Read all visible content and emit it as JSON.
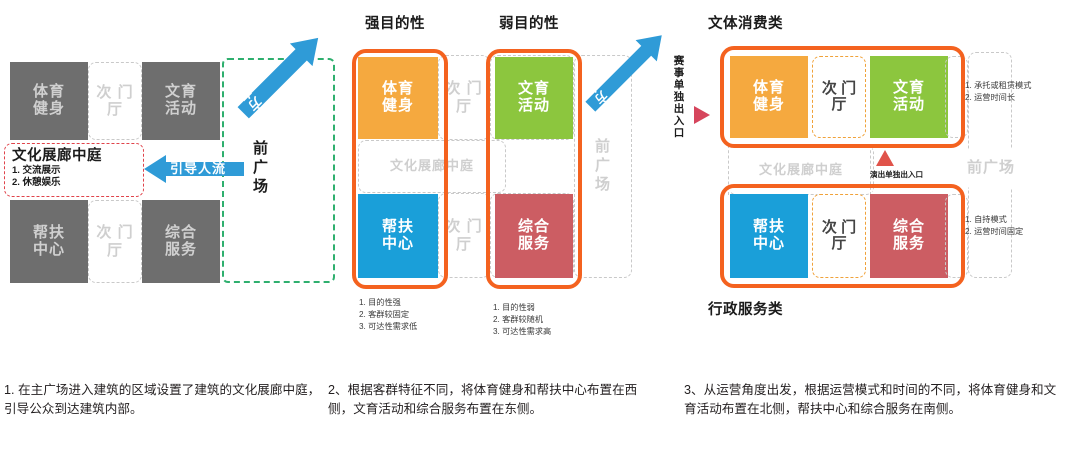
{
  "colors": {
    "orange_block": "#F5A93F",
    "green_block": "#8CC63E",
    "blue_block": "#1A9FD9",
    "red_block": "#CC5D63",
    "grey_block": "#6E6E6E",
    "ring_orange": "#F4621F",
    "flow_blue": "#2F9BD7",
    "dashed_green": "#2EAF6E",
    "dashed_red": "#E0434A",
    "dashed_orange": "#F0A23A",
    "triangle_red": "#D6455C"
  },
  "blocks": {
    "sports": "体育\n健身",
    "sports_l1": "体育",
    "sports_l2": "健身",
    "culture_l1": "文育",
    "culture_l2": "活动",
    "support_l1": "帮扶",
    "support_l2": "中心",
    "service_l1": "综合",
    "service_l2": "服务",
    "sub_lobby_l1": "次",
    "sub_lobby_l2": "门",
    "sub_lobby_l3": "厅",
    "atrium": "文化展廊中庭",
    "plaza_l1": "前",
    "plaza_l2": "广",
    "plaza_l3": "场",
    "plaza_inline": "前广场"
  },
  "panel1": {
    "atrium_title": "文化展廊中庭",
    "atrium_item1": "1. 交流展示",
    "atrium_item2": "2. 休憩娱乐",
    "main_flow_label": "主人流方向",
    "guide_flow_label": "引导人流",
    "caption": "1. 在主广场进入建筑的区域设置了建筑的文化展廊中庭，引导公众到达建筑内部。"
  },
  "panel2": {
    "header_left": "强目的性",
    "header_right": "弱目的性",
    "main_flow_label": "主人流方向",
    "notes_left": [
      "1. 目的性强",
      "2. 客群较固定",
      "3. 可达性需求低"
    ],
    "notes_right": [
      "1. 目的性弱",
      "2. 客群较随机",
      "3. 可达性需求高"
    ],
    "caption": "2、根据客群特征不同，将体育健身和帮扶中心布置在西侧，文育活动和综合服务布置在东侧。"
  },
  "panel3": {
    "header_top": "文体消费类",
    "header_bottom": "行政服务类",
    "left_vertical_label": "赛事单独出入口",
    "mid_label": "演出单独出入口",
    "notes_top": [
      "1. 承托或租赁模式",
      "2. 运营时间长"
    ],
    "notes_bottom": [
      "1. 自持模式",
      "2. 运营时间固定"
    ],
    "caption": "3、从运营角度出发，根据运营模式和时间的不同，将体育健身和文育活动布置在北侧，帮扶中心和综合服务在南侧。"
  }
}
